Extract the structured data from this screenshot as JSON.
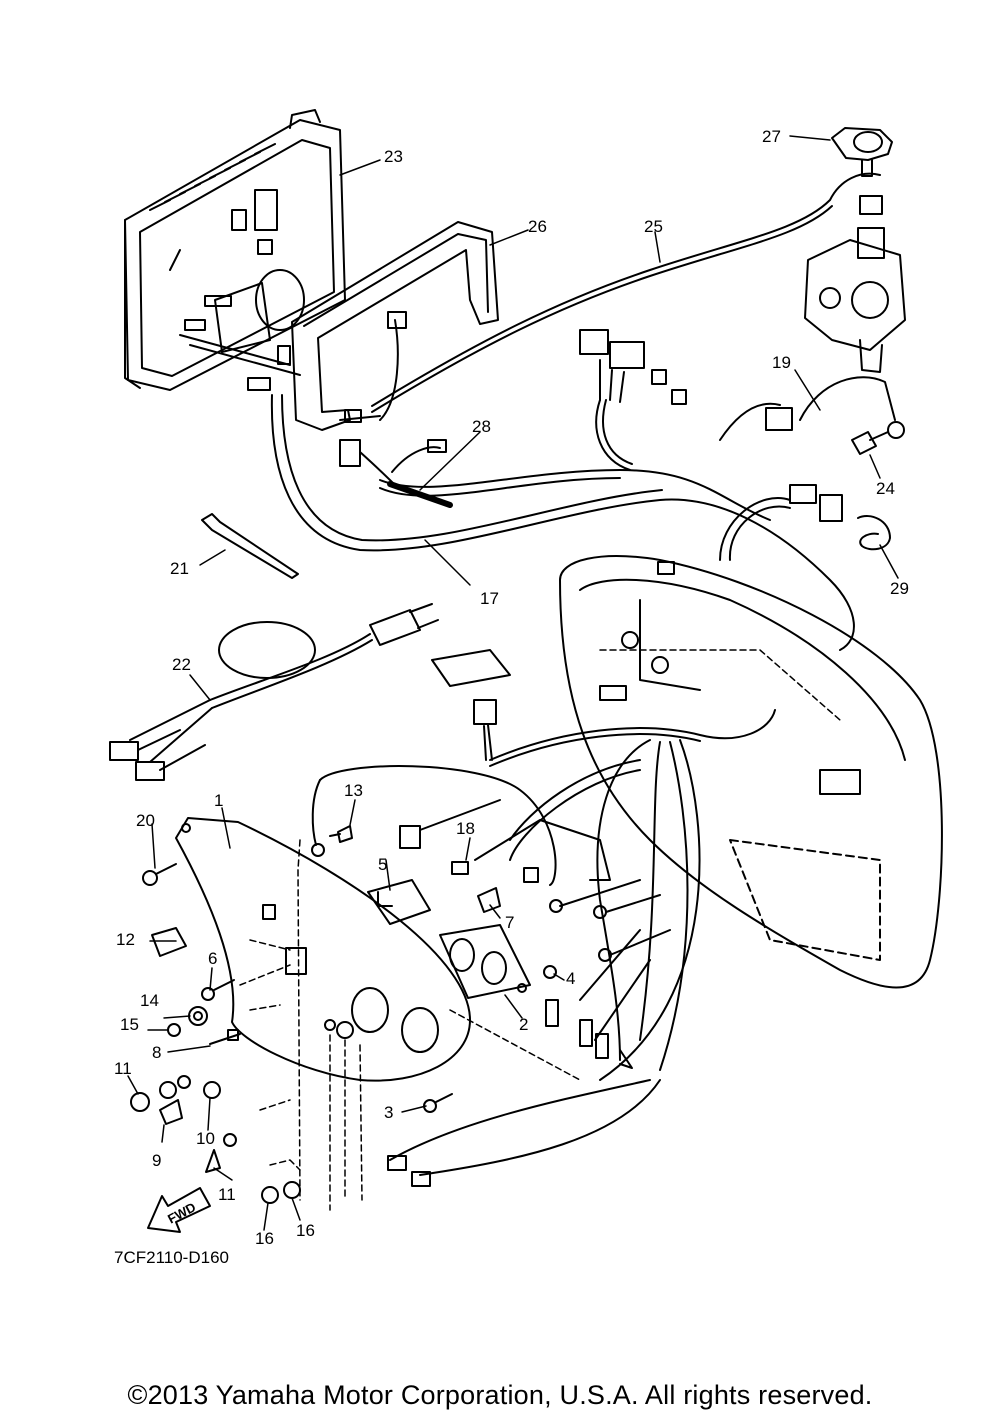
{
  "diagram": {
    "code": "7CF2110-D160",
    "copyright": "©2013 Yamaha Motor Corporation, U.S.A. All rights reserved.",
    "fwd_label": "FWD",
    "callouts": [
      {
        "id": "1",
        "text": "1"
      },
      {
        "id": "2",
        "text": "2"
      },
      {
        "id": "3",
        "text": "3"
      },
      {
        "id": "4",
        "text": "4"
      },
      {
        "id": "5",
        "text": "5"
      },
      {
        "id": "6",
        "text": "6"
      },
      {
        "id": "7",
        "text": "7"
      },
      {
        "id": "8",
        "text": "8"
      },
      {
        "id": "9",
        "text": "9"
      },
      {
        "id": "10",
        "text": "10"
      },
      {
        "id": "11a",
        "text": "11"
      },
      {
        "id": "11b",
        "text": "11"
      },
      {
        "id": "12",
        "text": "12"
      },
      {
        "id": "13",
        "text": "13"
      },
      {
        "id": "14",
        "text": "14"
      },
      {
        "id": "15",
        "text": "15"
      },
      {
        "id": "16a",
        "text": "16"
      },
      {
        "id": "16b",
        "text": "16"
      },
      {
        "id": "17",
        "text": "17"
      },
      {
        "id": "18",
        "text": "18"
      },
      {
        "id": "19",
        "text": "19"
      },
      {
        "id": "20",
        "text": "20"
      },
      {
        "id": "21",
        "text": "21"
      },
      {
        "id": "22",
        "text": "22"
      },
      {
        "id": "23",
        "text": "23"
      },
      {
        "id": "24",
        "text": "24"
      },
      {
        "id": "25",
        "text": "25"
      },
      {
        "id": "26",
        "text": "26"
      },
      {
        "id": "27",
        "text": "27"
      },
      {
        "id": "28",
        "text": "28"
      },
      {
        "id": "29",
        "text": "29"
      }
    ]
  }
}
